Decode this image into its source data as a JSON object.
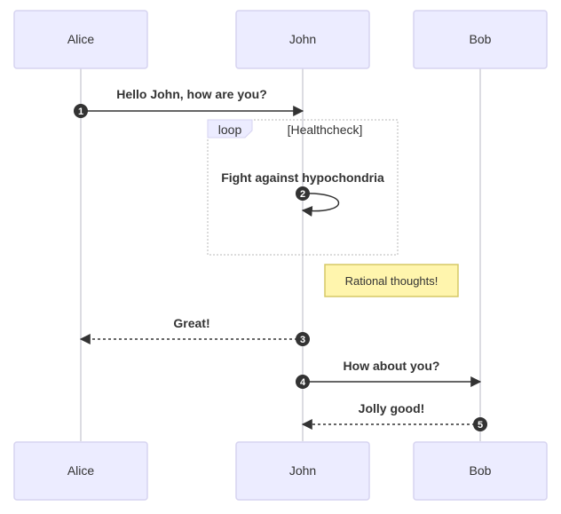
{
  "actors": [
    {
      "id": "alice",
      "label": "Alice"
    },
    {
      "id": "john",
      "label": "John"
    },
    {
      "id": "bob",
      "label": "Bob"
    }
  ],
  "messages": [
    {
      "number": "1",
      "from": "alice",
      "to": "john",
      "text": "Hello John, how are you?",
      "style": "solid"
    },
    {
      "number": "2",
      "from": "john",
      "to": "john",
      "text": "Fight against hypochondria",
      "style": "solid"
    },
    {
      "number": "3",
      "from": "john",
      "to": "alice",
      "text": "Great!",
      "style": "dashed"
    },
    {
      "number": "4",
      "from": "john",
      "to": "bob",
      "text": "How about you?",
      "style": "solid"
    },
    {
      "number": "5",
      "from": "bob",
      "to": "john",
      "text": "Jolly good!",
      "style": "dashed"
    }
  ],
  "loop": {
    "keyword": "loop",
    "condition": "[Healthcheck]"
  },
  "note": {
    "text": "Rational thoughts!"
  },
  "colors": {
    "actor_fill": "#ECECFF",
    "actor_border": "#d6d3f0",
    "line": "#333333",
    "note_fill": "#fff5ad",
    "note_border": "#d6c867"
  }
}
